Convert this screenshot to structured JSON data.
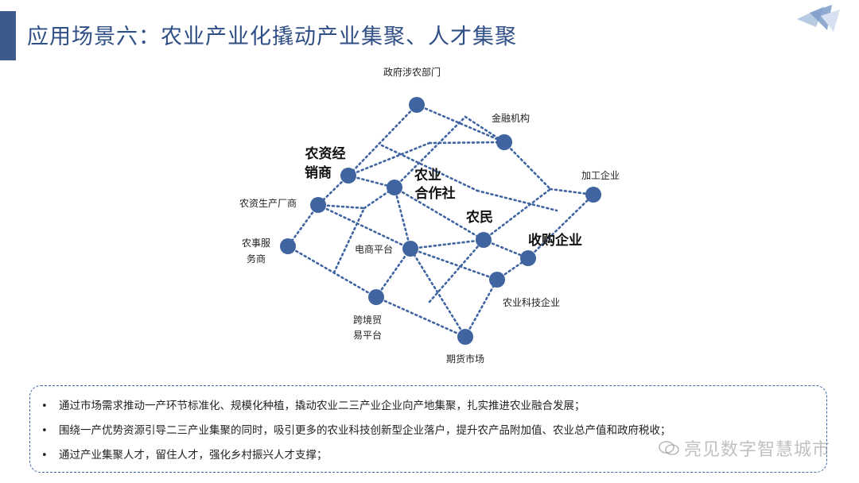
{
  "slide": {
    "title": "应用场景六：农业产业化撬动产业集聚、人才集聚"
  },
  "diagram": {
    "labels": {
      "gov": "政府涉农部门",
      "finance": "金融机构",
      "agri_input_dealer_1": "农资经",
      "agri_input_dealer_2": "销商",
      "coop_1": "农业",
      "coop_2": "合作社",
      "processing": "加工企业",
      "agri_input_maker": "农资生产厂商",
      "farmer": "农民",
      "purchase": "收购企业",
      "service_1": "农事服",
      "service_2": "务商",
      "ecommerce": "电商平台",
      "tech": "农业科技企业",
      "crossborder_1": "跨境贸",
      "crossborder_2": "易平台",
      "futures": "期货市场"
    }
  },
  "bullets": [
    "通过市场需求推动一产环节标准化、规模化种植，撬动农业二三产业企业向产地集聚，扎实推进农业融合发展；",
    "围绕一产优势资源引导二三产业集聚的同时，吸引更多的农业科技创新型企业落户，提升农产品附加值、农业总产值和政府税收；",
    "通过产业集聚人才，留住人才，强化乡村振兴人才支撑；"
  ],
  "bullet_symbol": "•",
  "watermark": "亮见数字智慧城市",
  "colors": {
    "accent": "#3f64a0",
    "title": "#2f4f86"
  }
}
